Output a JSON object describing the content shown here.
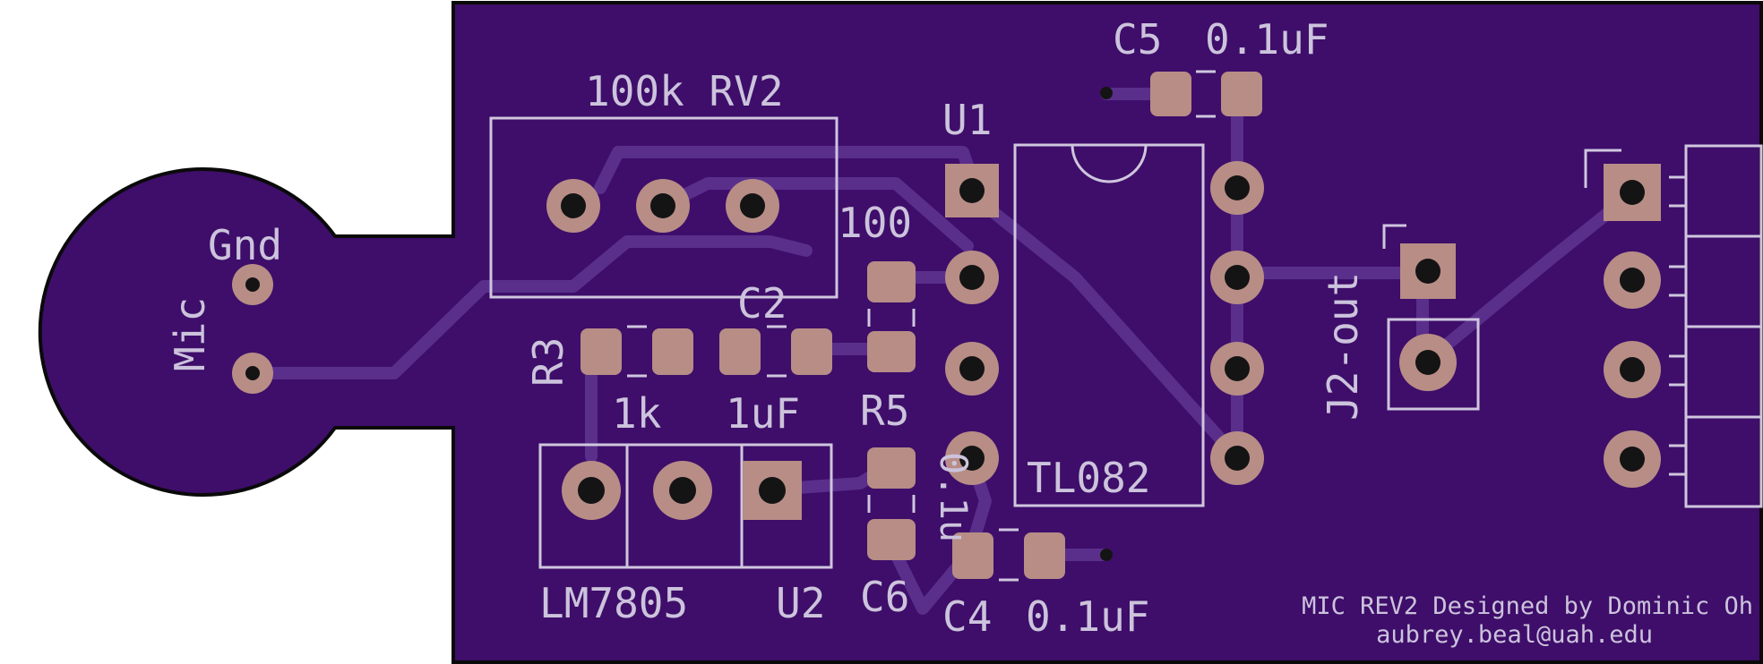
{
  "labels": {
    "c5": "C5",
    "c5_value": "0.1uF",
    "rv2": "100k RV2",
    "u1": "U1",
    "gnd": "Gnd",
    "mic": "Mic",
    "r_100": "100",
    "c2": "C2",
    "r3": "R3",
    "one_k": "1k",
    "one_uf": "1uF",
    "r5": "R5",
    "tl082": "TL082",
    "j2_out": "J2-out",
    "zero_one_u": "0.1u",
    "c6": "C6",
    "c4": "C4",
    "c4_value": "0.1uF",
    "lm7805": "LM7805",
    "u2": "U2",
    "credit_line1": "MIC REV2 Designed by Dominic Oh",
    "credit_line2": "aubrey.beal@uah.edu"
  },
  "colors": {
    "board": "#3e0e6a",
    "trace": "#5a2f8c",
    "pad": "#b78d86",
    "silkscreen": "#ccc3dc"
  }
}
